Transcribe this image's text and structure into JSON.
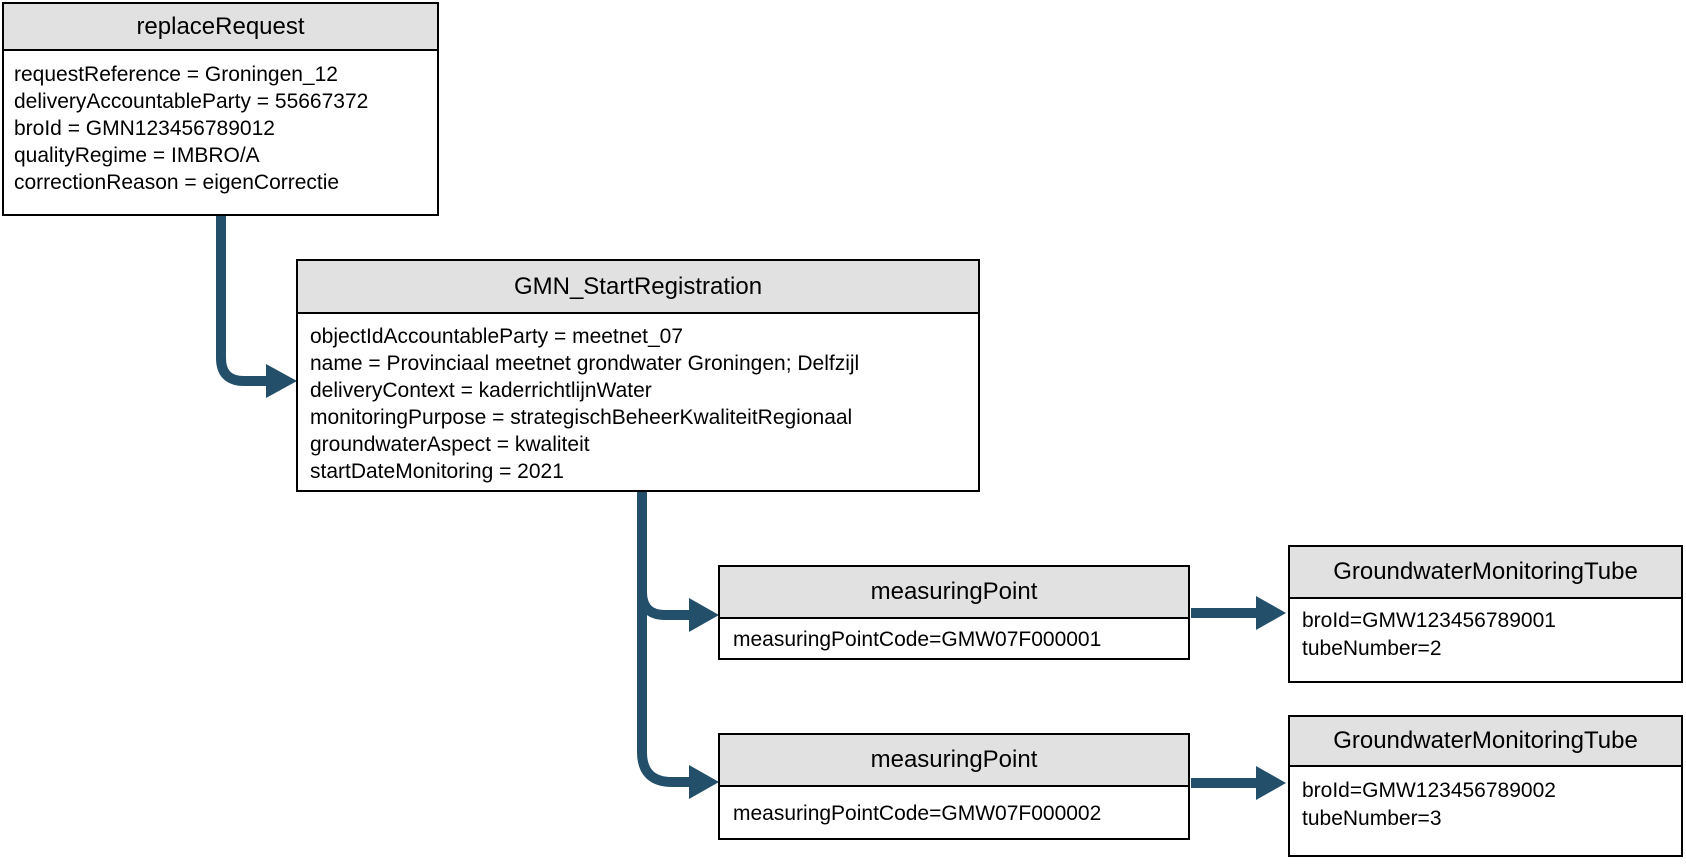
{
  "colors": {
    "arrow": "#234F6B",
    "header_fill": "#E1E1E1",
    "border": "#000000",
    "text": "#000000",
    "background": "#FFFFFF"
  },
  "diagram": {
    "type": "uml-object-diagram",
    "nodes": [
      {
        "title": "replaceRequest",
        "attributes": [
          "requestReference = Groningen_12",
          "deliveryAccountableParty = 55667372",
          "broId = GMN123456789012",
          "qualityRegime = IMBRO/A",
          "correctionReason = eigenCorrectie"
        ]
      },
      {
        "title": "GMN_StartRegistration",
        "attributes": [
          "objectIdAccountableParty = meetnet_07",
          "name = Provinciaal meetnet grondwater Groningen; Delfzijl",
          "deliveryContext = kaderrichtlijnWater",
          "monitoringPurpose = strategischBeheerKwaliteitRegionaal",
          "groundwaterAspect = kwaliteit",
          "startDateMonitoring = 2021"
        ]
      },
      {
        "title": "measuringPoint",
        "attributes": [
          "measuringPointCode=GMW07F000001"
        ]
      },
      {
        "title": "GroundwaterMonitoringTube",
        "attributes": [
          "broId=GMW123456789001",
          "tubeNumber=2"
        ]
      },
      {
        "title": "measuringPoint",
        "attributes": [
          "measuringPointCode=GMW07F000002"
        ]
      },
      {
        "title": "GroundwaterMonitoringTube",
        "attributes": [
          "broId=GMW123456789002",
          "tubeNumber=3"
        ]
      }
    ],
    "edges": [
      {
        "from": "replaceRequest",
        "to": "GMN_StartRegistration"
      },
      {
        "from": "GMN_StartRegistration",
        "to": "measuringPoint (GMW07F000001)"
      },
      {
        "from": "GMN_StartRegistration",
        "to": "measuringPoint (GMW07F000002)"
      },
      {
        "from": "measuringPoint (GMW07F000001)",
        "to": "GroundwaterMonitoringTube (GMW123456789001)"
      },
      {
        "from": "measuringPoint (GMW07F000002)",
        "to": "GroundwaterMonitoringTube (GMW123456789002)"
      }
    ]
  }
}
